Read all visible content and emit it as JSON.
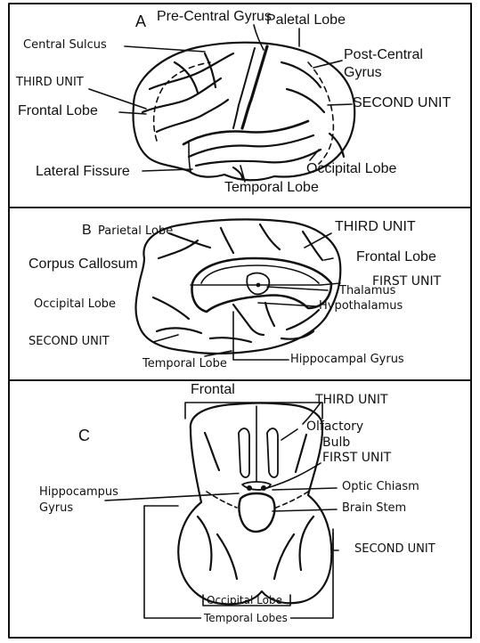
{
  "panels": {
    "A": {
      "letter": "A",
      "labels": {
        "pre_central_gyrus": "Pre-Central Gyrus",
        "paletal_lobe": "Paletal Lobe",
        "central_sulcus": "Central Sulcus",
        "post_central_gyrus_1": "Post-Central",
        "post_central_gyrus_2": "Gyrus",
        "third_unit": "THIRD UNIT",
        "second_unit": "SECOND UNIT",
        "frontal_lobe": "Frontal Lobe",
        "lateral_fissure": "Lateral Fissure",
        "occipital_lobe": "Occipital Lobe",
        "temporal_lobe": "Temporal Lobe"
      }
    },
    "B": {
      "letter": "B",
      "labels": {
        "parietal_lobe": "Parietal Lobe",
        "third_unit": "THIRD UNIT",
        "frontal_lobe": "Frontal Lobe",
        "corpus_callosum": "Corpus Callosum",
        "first_unit": "FIRST UNIT",
        "thalamus": "Thalamus",
        "hypothalamus": "Hypothalamus",
        "occipital_lobe": "Occipital Lobe",
        "second_unit": "SECOND UNIT",
        "temporal_lobe": "Temporal Lobe",
        "hippocampal_gyrus": "Hippocampal Gyrus"
      }
    },
    "C": {
      "letter": "C",
      "labels": {
        "frontal": "Frontal",
        "third_unit": "THIRD UNIT",
        "olfactory_bulb_1": "Olfactory",
        "olfactory_bulb_2": "Bulb",
        "first_unit": "FIRST UNIT",
        "hippocampus_gyrus_1": "Hippocampus",
        "hippocampus_gyrus_2": "Gyrus",
        "optic_chiasm": "Optic Chiasm",
        "brain_stem": "Brain Stem",
        "second_unit": "SECOND UNIT",
        "occipital_lobe": "Occipital Lobe",
        "temporal_lobes": "Temporal Lobes"
      }
    }
  },
  "colors": {
    "ink": "#111111",
    "background": "#ffffff"
  }
}
